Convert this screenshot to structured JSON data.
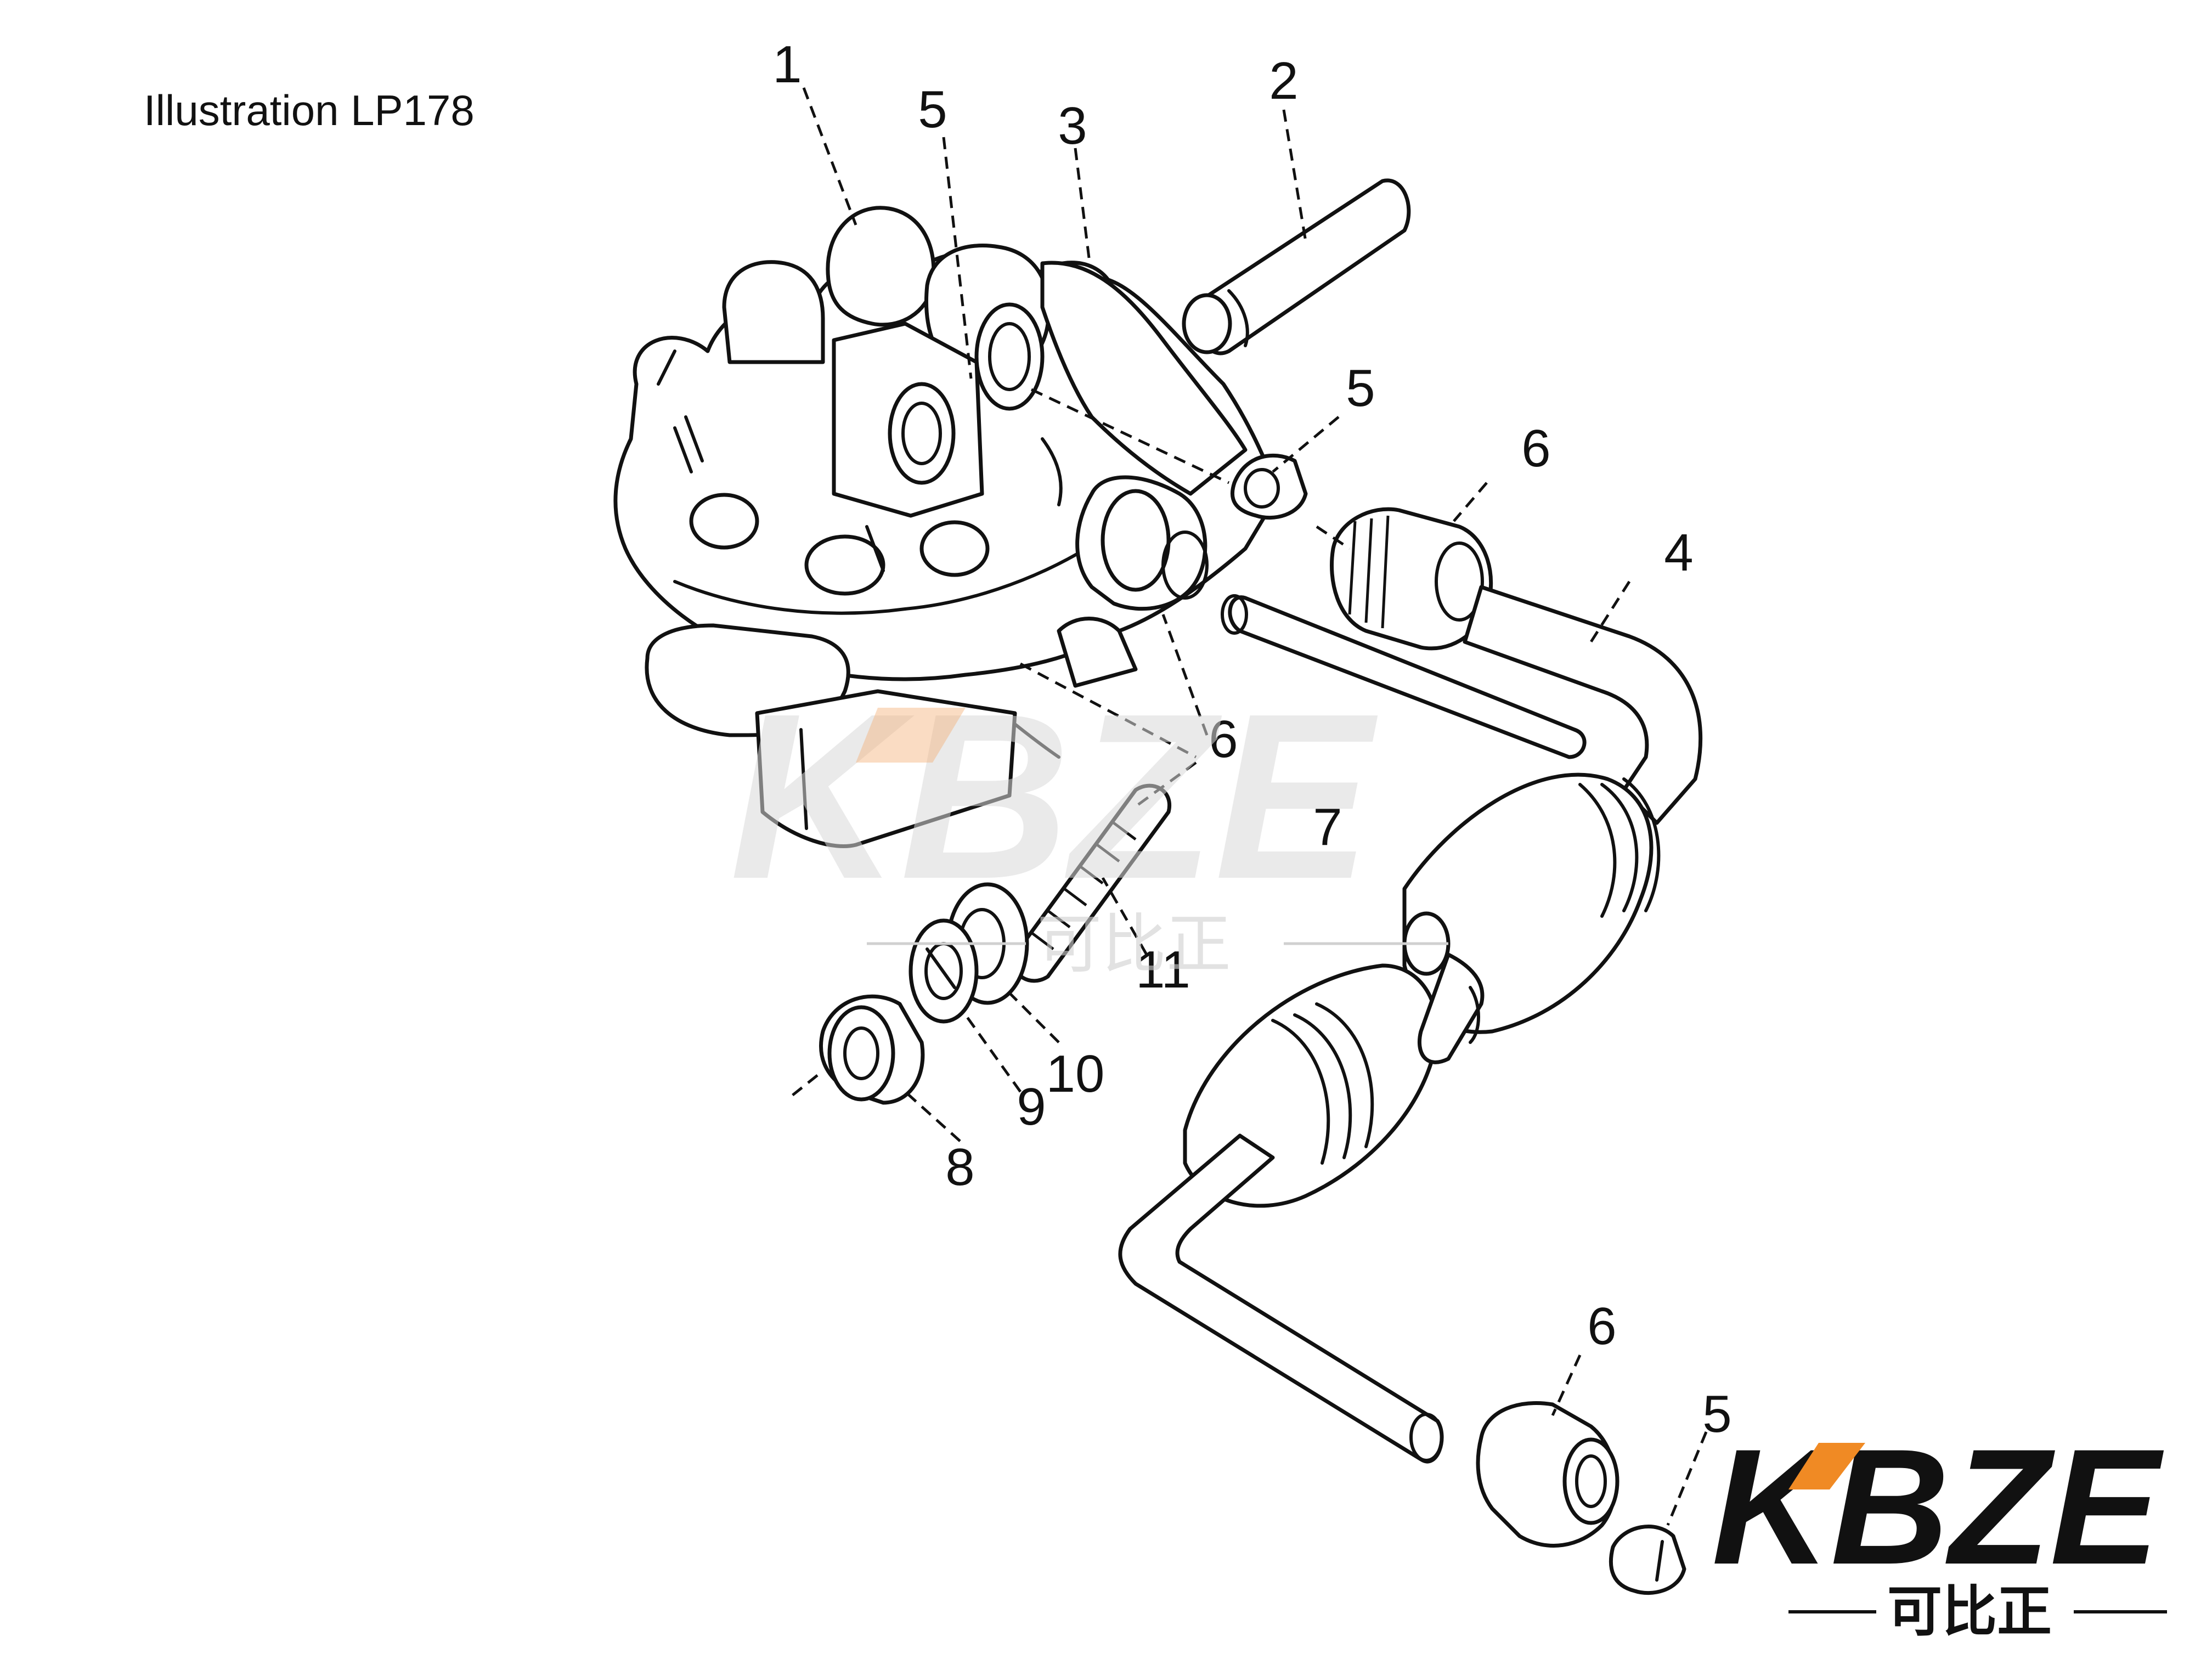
{
  "title": "Illustration LP178",
  "callouts": [
    {
      "id": "c1",
      "label": "1"
    },
    {
      "id": "c5a",
      "label": "5"
    },
    {
      "id": "c3",
      "label": "3"
    },
    {
      "id": "c2",
      "label": "2"
    },
    {
      "id": "c5b",
      "label": "5"
    },
    {
      "id": "c6a",
      "label": "6"
    },
    {
      "id": "c4",
      "label": "4"
    },
    {
      "id": "c6b",
      "label": "6"
    },
    {
      "id": "c7",
      "label": "7"
    },
    {
      "id": "c11",
      "label": "11"
    },
    {
      "id": "c10",
      "label": "10"
    },
    {
      "id": "c9",
      "label": "9"
    },
    {
      "id": "c8",
      "label": "8"
    },
    {
      "id": "c6c",
      "label": "6"
    },
    {
      "id": "c5c",
      "label": "5"
    }
  ],
  "watermark": {
    "text": "KBZE",
    "subtitle": "可比正"
  },
  "logo": {
    "text": "KBZE",
    "subtitle": "可比正",
    "accent_color": "#f08a24"
  }
}
